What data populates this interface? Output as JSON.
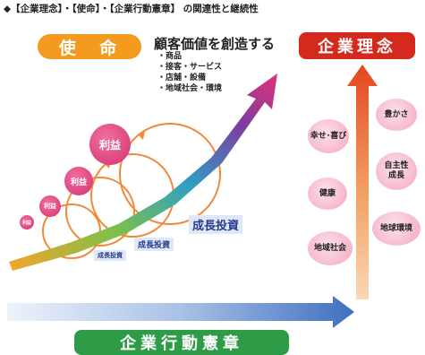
{
  "heading": "◆【企業理念】・【使命】・【企業行動憲章】 の関連性と継続性",
  "mission": {
    "label": "使 命"
  },
  "value_creation": {
    "title": "顧客価値を創造する",
    "items": [
      "商品",
      "接客・サービス",
      "店舗・設備",
      "地域社会・環境"
    ]
  },
  "philosophy": {
    "label": "企業理念"
  },
  "code_of_conduct": {
    "label": "企業行動憲章"
  },
  "profits": [
    "利益",
    "利益",
    "利益",
    "利益"
  ],
  "growth_investment": [
    "成長投資",
    "成長投資",
    "成長投資"
  ],
  "values": {
    "happiness": "幸せ･喜び",
    "richness": "豊かさ",
    "autonomy_line1": "自主性",
    "autonomy_line2": "成長",
    "health": "健康",
    "environment": "地球環境",
    "community": "地域社会"
  },
  "colors": {
    "mission": "#f39a1f",
    "philosophy": "#d42a1e",
    "code_of_conduct": "#2e9b47",
    "profit": "#d3336f",
    "growth_label": "#2a3a8c",
    "bottom_arrow": "#4a78c2"
  }
}
